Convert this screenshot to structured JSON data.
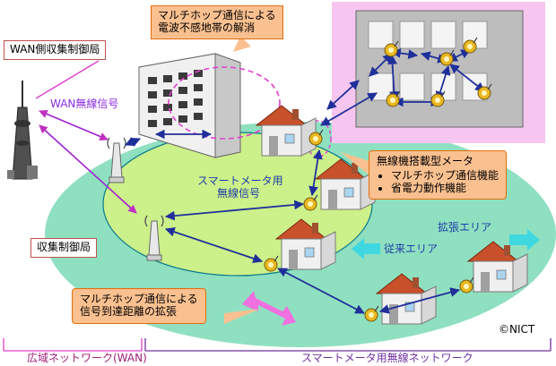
{
  "labels": {
    "wan_station": "WAN側収集制御局",
    "wan_signal": "WAN無線信号",
    "dead_zone_line1": "マルチホップ通信による",
    "dead_zone_line2": "電波不感地帯の解消",
    "smart_meter_line1": "スマートメータ用",
    "smart_meter_line2": "無線信号",
    "meter_title": "無線機搭載型メータ",
    "meter_features": [
      "マルチホップ通信機能",
      "省電力動作機能"
    ],
    "collection_station": "収集制御局",
    "expanded_area": "拡張エリア",
    "conventional_area": "従来エリア",
    "range_line1": "マルチホップ通信による",
    "range_line2": "信号到達距離の拡張",
    "copyright": "©NICT",
    "wan_network": "広域ネットワーク(WAN)",
    "smart_network": "スマートメータ用無線ネットワーク"
  },
  "colors": {
    "outer_ellipse": "#8fe0c0",
    "inner_ellipse": "#ccf08a",
    "pink_panel": "#f6c6f0",
    "arrow_blue": "#1f2f9a",
    "arrow_magenta": "#e040d0",
    "arrow_cyan": "#40d8e0",
    "callout_orange": "#fac090"
  }
}
